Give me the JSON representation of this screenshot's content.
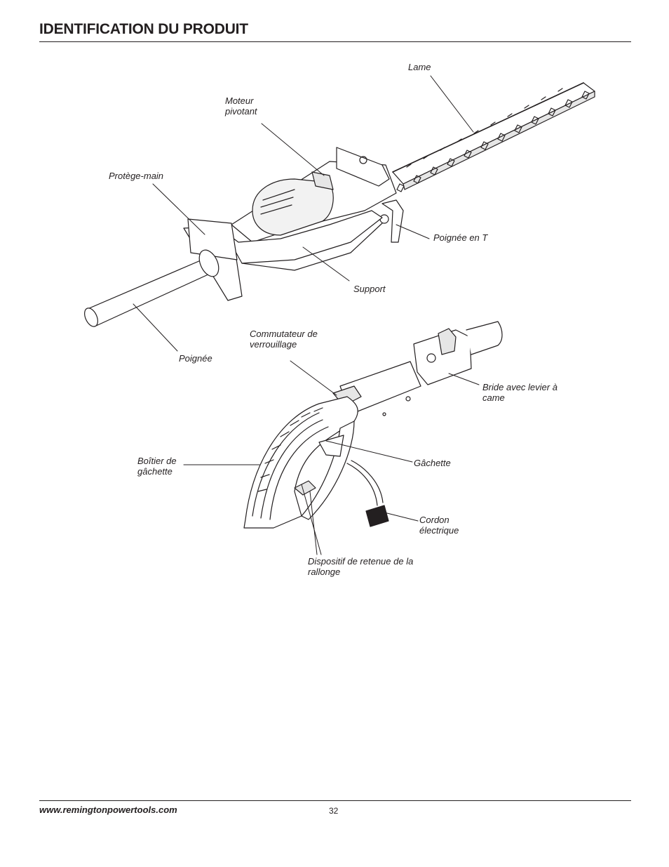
{
  "header": {
    "title": "IDENTIFICATION DU PRODUIT"
  },
  "labels": {
    "lame": "Lame",
    "moteur_line1": "Moteur",
    "moteur_line2": "pivotant",
    "protege_main": "Protège-main",
    "poignee_t": "Poignée en T",
    "support": "Support",
    "poignee": "Poignée",
    "commutateur_line1": "Commutateur de",
    "commutateur_line2": "verrouillage",
    "bride_line1": "Bride avec levier à",
    "bride_line2": "came",
    "boitier_line1": "Boîtier de",
    "boitier_line2": "gâchette",
    "gachette": "Gâchette",
    "cordon_line1": "Cordon",
    "cordon_line2": "électrique",
    "dispositif_line1": "Dispositif de retenue de la",
    "dispositif_line2": "rallonge"
  },
  "footer": {
    "url": "www.remingtonpowertools.com",
    "page_number": "32"
  }
}
